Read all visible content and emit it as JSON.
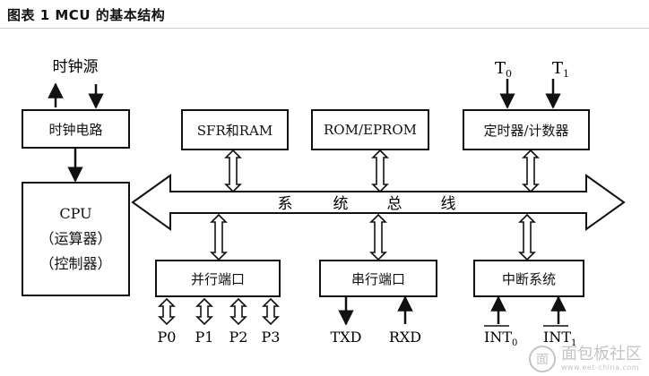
{
  "figure": {
    "title": "图表 1 MCU 的基本结构"
  },
  "diagram": {
    "clock_source_label": "时钟源",
    "clock_circuit": "时钟电路",
    "cpu": {
      "line1": "CPU",
      "line2": "（运算器）",
      "line3": "（控制器）"
    },
    "sfr_ram": "SFR和RAM",
    "rom": "ROM/EPROM",
    "timer": "定时器/计数器",
    "t0": "T",
    "t0_sub": "0",
    "t1": "T",
    "t1_sub": "1",
    "bus": [
      "系",
      "统",
      "总",
      "线"
    ],
    "parallel_port": "并行端口",
    "serial_port": "串行端口",
    "interrupt": "中断系统",
    "p0": "P0",
    "p1": "P1",
    "p2": "P2",
    "p3": "P3",
    "txd": "TXD",
    "rxd": "RXD",
    "int0": "INT",
    "int0_sub": "0",
    "int1": "INT",
    "int1_sub": "1"
  },
  "watermark": {
    "logo": "面",
    "text": "面包板社区",
    "sub": "www.eet-china.com"
  }
}
